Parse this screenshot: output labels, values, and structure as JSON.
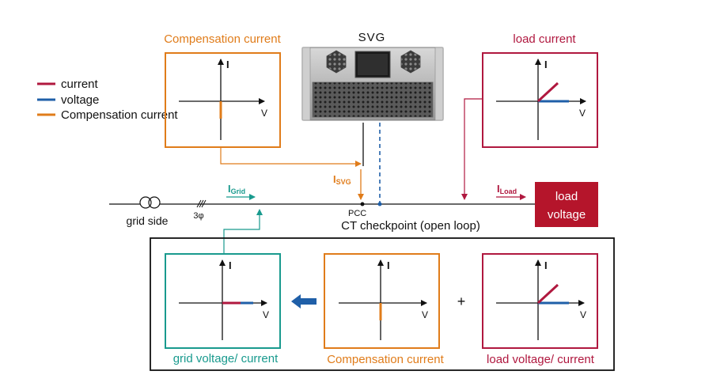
{
  "colors": {
    "current": "#b0183f",
    "voltage": "#1f5fa8",
    "compensation": "#e07c1a",
    "grid_teal": "#199a8e",
    "load_box": "#b5152b",
    "frame": "#111111"
  },
  "legend": {
    "current": "current",
    "voltage": "voltage",
    "compensation": "Compensation current"
  },
  "top": {
    "comp_title": "Compensation current",
    "svg_title": "SVG",
    "load_title": "load current"
  },
  "axes": {
    "i": "I",
    "v": "V"
  },
  "line": {
    "grid_side": "grid side",
    "phase": "3φ",
    "i_grid": "I",
    "i_grid_sub": "Grid",
    "i_svg": "I",
    "i_svg_sub": "SVG",
    "i_load": "I",
    "i_load_sub": "Load",
    "pcc": "PCC",
    "ct": "CT checkpoint (open loop)",
    "load_voltage_1": "load",
    "load_voltage_2": "voltage"
  },
  "bottom": {
    "grid_label": "grid voltage/ current",
    "comp_label": "Compensation current",
    "load_label": "load voltage/ current",
    "plus": "+"
  },
  "icons": {
    "svg_device": "svg-device-image",
    "transformer": "transformer-icon",
    "arrow_left": "big-left-arrow-icon"
  }
}
